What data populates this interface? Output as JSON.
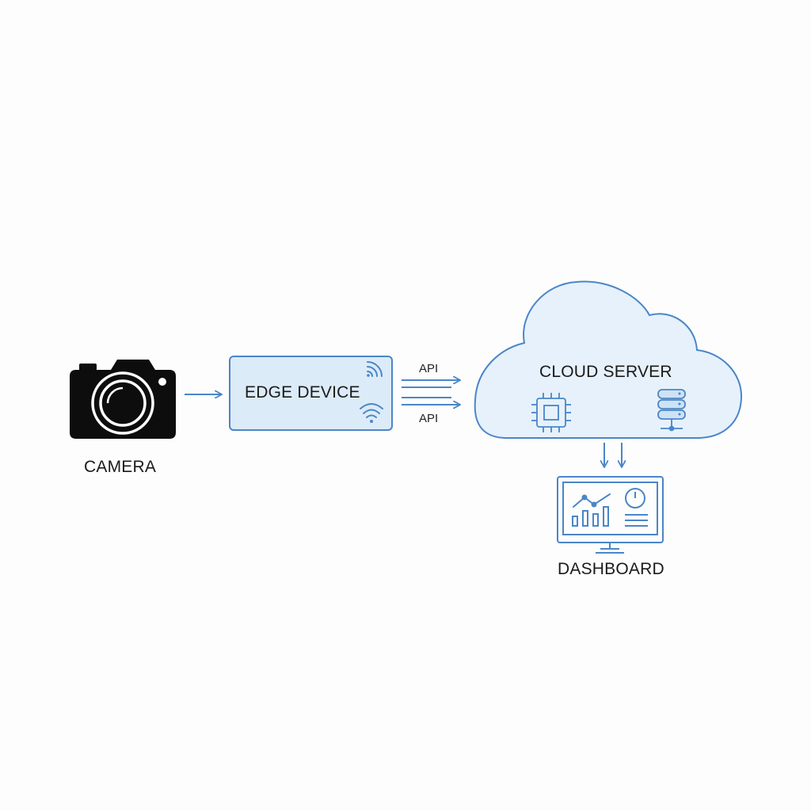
{
  "nodes": {
    "camera": {
      "label": "CAMERA"
    },
    "edge_device": {
      "label": "EDGE DEVICE"
    },
    "cloud_server": {
      "label": "CLOUD SERVER"
    },
    "dashboard": {
      "label": "DASHBOARD"
    }
  },
  "edges": {
    "api_top": {
      "label": "API"
    },
    "api_bottom": {
      "label": "API"
    }
  },
  "icons": {
    "camera": "camera-icon",
    "wifi_top": "wifi-signal-icon",
    "wifi_bottom": "wifi-icon",
    "cpu": "cpu-chip-icon",
    "database": "database-server-icon",
    "monitor": "monitor-dashboard-icon"
  },
  "colors": {
    "line_blue": "#4a86c8",
    "box_fill": "#dcebf8",
    "cloud_fill": "#e6f1fb",
    "camera_black": "#0d0d0d",
    "text": "#1a1a1a"
  }
}
